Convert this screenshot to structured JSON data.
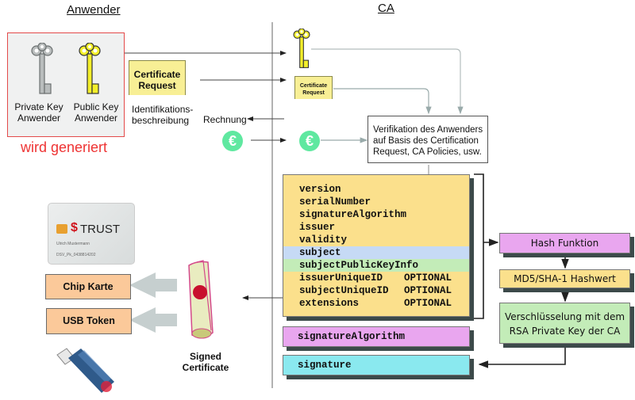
{
  "headers": {
    "left": "Anwender",
    "right": "CA"
  },
  "user_section": {
    "private_key_label": [
      "Private Key",
      "Anwender"
    ],
    "public_key_label": [
      "Public Key",
      "Anwender"
    ],
    "generated_note": "wird generiert",
    "cert_request_doc": [
      "Certificate",
      "Request"
    ],
    "identification_label": [
      "Identifikations-",
      "beschreibung"
    ],
    "invoice_label": "Rechnung",
    "euro_symbol": "€"
  },
  "ca_section": {
    "cert_request_doc": [
      "Certificate",
      "Request"
    ],
    "verification_text": [
      "Verifikation des Anwenders",
      "auf Basis des Certification",
      "Request, CA Policies, usw."
    ],
    "tbs_fields": [
      {
        "name": "version",
        "note": ""
      },
      {
        "name": "serialNumber",
        "note": ""
      },
      {
        "name": "signatureAlgorithm",
        "note": ""
      },
      {
        "name": "issuer",
        "note": ""
      },
      {
        "name": "validity",
        "note": ""
      },
      {
        "name": "subject",
        "note": "",
        "highlight": "#c6daf5"
      },
      {
        "name": "subjectPublicKeyInfo",
        "note": "",
        "highlight": "#c3ecb8"
      },
      {
        "name": "issuerUniqueID",
        "note": "OPTIONAL"
      },
      {
        "name": "subjectUniqueID",
        "note": "OPTIONAL"
      },
      {
        "name": "extensions",
        "note": "OPTIONAL"
      }
    ],
    "signature_algorithm_box": "signatureAlgorithm",
    "signature_box": "signature",
    "hash_function": "Hash Funktion",
    "hash_value": "MD5/SHA-1 Hashwert",
    "encryption": [
      "Verschlüsselung mit dem",
      "RSA Private Key der CA"
    ]
  },
  "output_section": {
    "card_brand": "TRUST",
    "card_holder": "Ulrich Mustermann",
    "card_number": "DSV_Pk_0438814202",
    "chip_card": "Chip Karte",
    "usb_token": "USB Token",
    "signed_certificate": [
      "Signed",
      "Certificate"
    ]
  },
  "colors": {
    "tbs_box": "#fbe08c",
    "sig_alg_box": "#e9a6ef",
    "signature_box": "#8ae9ef",
    "hash_box": "#e9a6ef",
    "hashwert_box": "#fbe08c",
    "encrypt_box": "#c3ecb8",
    "euro": "#5fe8a0",
    "generated_border": "#e34a4a",
    "key_yellow": "#f3ef2a",
    "key_grey": "#b9bdbd"
  }
}
